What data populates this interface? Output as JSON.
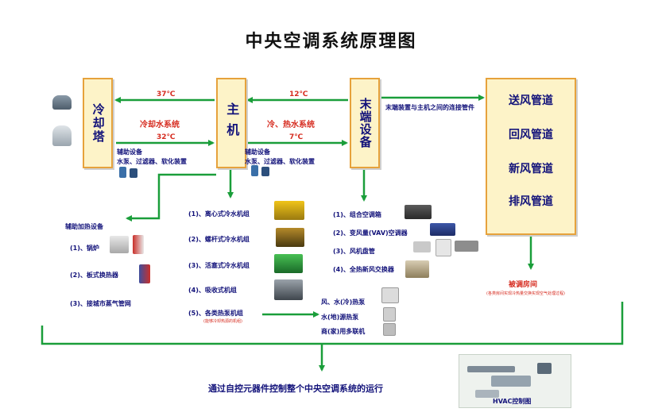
{
  "title": "中央空调系统原理图",
  "boxes": {
    "cooling_tower": "冷却塔",
    "host": "主机",
    "terminal": "末端设备"
  },
  "loops": {
    "left_top_temp": "37℃",
    "left_bottom_temp": "32℃",
    "left_label": "冷却水系统",
    "right_top_temp": "12℃",
    "right_bottom_temp": "7℃",
    "right_label": "冷、热水系统"
  },
  "aux": {
    "title": "辅助设备",
    "items": "水泵、过滤器、软化装置"
  },
  "terminal_pipe_note": "末端装置与主机之间的连接管件",
  "ducts": [
    "送风管道",
    "回风管道",
    "新风管道",
    "排风管道"
  ],
  "conditioned_room": "被调房间",
  "conditioned_room_note": "(各类房间实现冷热量交换实现空气处理过程)",
  "heating_aux": {
    "title": "辅助加热设备",
    "items": [
      "(1)、锅炉",
      "(2)、板式换热器",
      "(3)、接城市蒸气管网"
    ]
  },
  "host_types": {
    "items": [
      "(1)、离心式冷水机组",
      "(2)、螺杆式冷水机组",
      "(3)、活塞式冷水机组",
      "(4)、吸收式机组",
      "(5)、各类热泵机组"
    ],
    "note": "(能够冷却热源的机组)"
  },
  "terminal_types": [
    "(1)、组合空调箱",
    "(2)、变风量(VAV)空调器",
    "(3)、风机盘管",
    "(4)、全热新风交换器"
  ],
  "heat_pumps": [
    "风、水(冷)热泵",
    "水(地)源热泵",
    "商(家)用多联机"
  ],
  "bottom_text": "通过自控元器件控制整个中央空调系统的运行",
  "hvac_label": "HVAC控制图",
  "colors": {
    "arrow_green": "#1a9e3a",
    "box_fill": "#fdf3c8",
    "box_border": "#e6a23c",
    "text_navy": "#12127a",
    "text_red": "#d62b1f"
  }
}
